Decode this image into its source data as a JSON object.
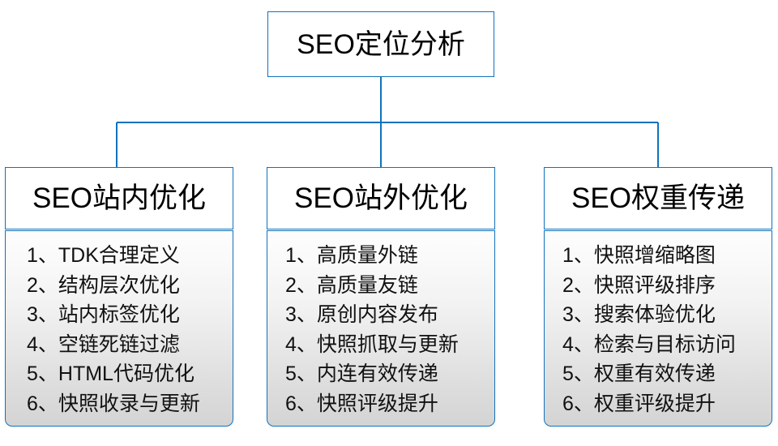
{
  "diagram": {
    "type": "tree-org-chart",
    "accent_color": "#1072bd",
    "background_color": "#ffffff",
    "root": {
      "label": "SEO定位分析"
    },
    "branches": [
      {
        "id": "on-site",
        "header": "SEO站内优化",
        "items": [
          "1、TDK合理定义",
          "2、结构层次优化",
          "3、站内标签优化",
          "4、空链死链过滤",
          "5、HTML代码优化",
          "6、快照收录与更新"
        ]
      },
      {
        "id": "off-site",
        "header": "SEO站外优化",
        "items": [
          "1、高质量外链",
          "2、高质量友链",
          "3、原创内容发布",
          "4、快照抓取与更新",
          "5、内连有效传递",
          "6、快照评级提升"
        ]
      },
      {
        "id": "weight-transfer",
        "header": "SEO权重传递",
        "items": [
          "1、快照增缩略图",
          "2、快照评级排序",
          "3、搜索体验优化",
          "4、检索与目标访问",
          "5、权重有效传递",
          "6、权重评级提升"
        ]
      }
    ]
  }
}
